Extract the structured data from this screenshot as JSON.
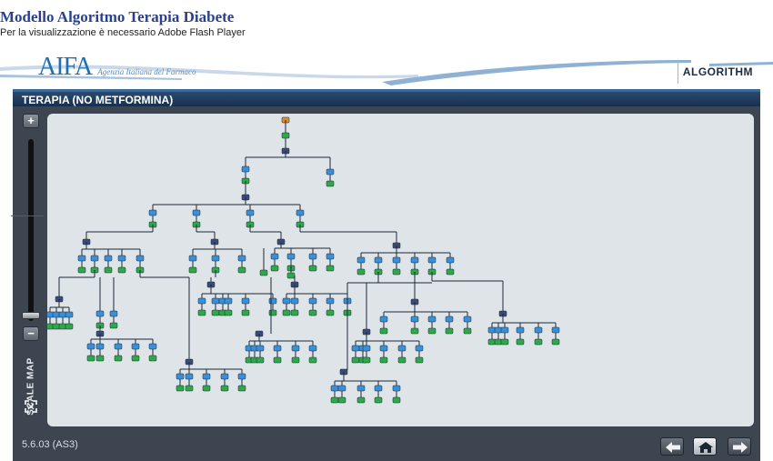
{
  "page": {
    "title": "Modello Algoritmo Terapia Diabete",
    "subtitle": "Per la visualizzazione è necessario Adobe Flash Player"
  },
  "header": {
    "logo_mark": "AIFA",
    "logo_text": "Agenzia Italiana del Farmaco",
    "right_label": "ALGORITHM"
  },
  "panel": {
    "title": "TERAPIA (NO METFORMINA)",
    "scale_map_label": "SCALE MAP",
    "zoom_level": 0.05
  },
  "footer": {
    "version": "5.6.03 (AS3)",
    "nav": {
      "back": "arrow-left-icon",
      "home": "home-icon",
      "forward": "arrow-right-icon"
    }
  },
  "colors": {
    "node_blue": "#3b8fd6",
    "node_green": "#2fa84a",
    "node_dark": "#3a4a78",
    "node_root": "#e08a2a",
    "panel_bg": "#3d4650",
    "canvas_bg": "#dfe4e8"
  }
}
